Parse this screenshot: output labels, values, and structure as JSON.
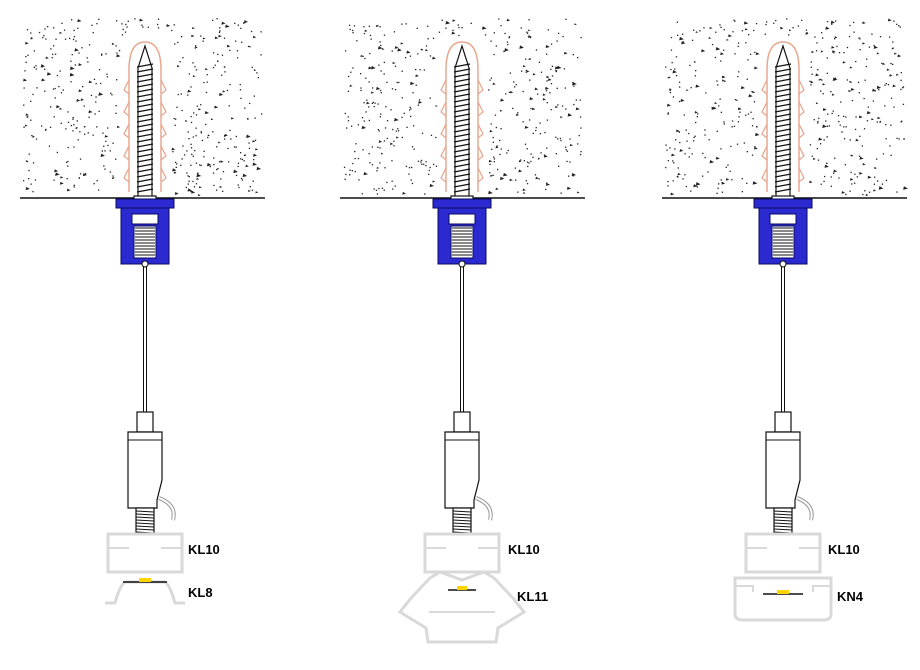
{
  "colors": {
    "concrete_dot": "#222222",
    "anchor_outline": "#e8a890",
    "mount_blue": "#2a2ad0",
    "mount_dark": "#0a0a60",
    "profile_outline": "#d9d9d9",
    "led": "#ffd400",
    "line": "#111111"
  },
  "assemblies": [
    {
      "top_label": "KL10",
      "bottom_label": "KL8",
      "profile": "flat"
    },
    {
      "top_label": "KL10",
      "bottom_label": "KL11",
      "profile": "wing"
    },
    {
      "top_label": "KL10",
      "bottom_label": "KN4",
      "profile": "box"
    }
  ]
}
